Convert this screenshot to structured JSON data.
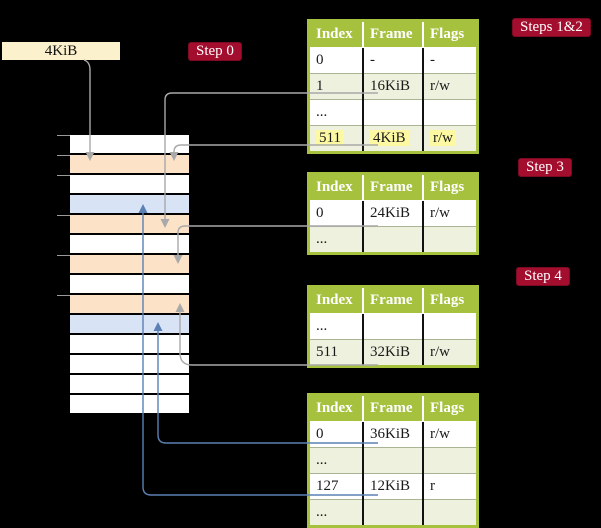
{
  "colors": {
    "background": "#000000",
    "table_header_green": "#a5c13e",
    "table_row_green": "#edf1de",
    "table_border_green": "#a5c13e",
    "row_separator": "#a9b494",
    "memory_peach": "#fce3c8",
    "memory_blue": "#d8e4f5",
    "frame_box_cream": "#fcf1cd",
    "step_red": "#a30e2e",
    "highlight_yellow": "#fdf9a3",
    "gray_arrow": "#a9a9a9",
    "blue_arrow": "#5b80b4"
  },
  "frame_box": {
    "label": "4KiB"
  },
  "steps": {
    "step0": "Step 0",
    "steps12": "Steps 1&2",
    "step3": "Step 3",
    "step4": "Step 4"
  },
  "table_headers": {
    "index": "Index",
    "frame": "Frame",
    "flags": "Flags"
  },
  "page_tables": [
    {
      "rows": [
        {
          "index": "0",
          "frame": "-",
          "flags": "-"
        },
        {
          "index": "1",
          "frame": "16KiB",
          "flags": "r/w"
        },
        {
          "index": "...",
          "frame": "",
          "flags": ""
        },
        {
          "index": "511",
          "frame": "4KiB",
          "flags": "r/w"
        }
      ]
    },
    {
      "rows": [
        {
          "index": "0",
          "frame": "24KiB",
          "flags": "r/w"
        },
        {
          "index": "...",
          "frame": "",
          "flags": ""
        }
      ]
    },
    {
      "rows": [
        {
          "index": "...",
          "frame": "",
          "flags": ""
        },
        {
          "index": "511",
          "frame": "32KiB",
          "flags": "r/w"
        }
      ]
    },
    {
      "rows": [
        {
          "index": "0",
          "frame": "36KiB",
          "flags": "r/w"
        },
        {
          "index": "...",
          "frame": "",
          "flags": ""
        },
        {
          "index": "127",
          "frame": "12KiB",
          "flags": "r"
        },
        {
          "index": "...",
          "frame": "",
          "flags": ""
        }
      ]
    }
  ],
  "memory_stack": {
    "row_colors": [
      "white",
      "peach",
      "white",
      "blue",
      "peach",
      "white",
      "peach",
      "white",
      "peach",
      "blue",
      "white",
      "white",
      "white",
      "white"
    ]
  }
}
